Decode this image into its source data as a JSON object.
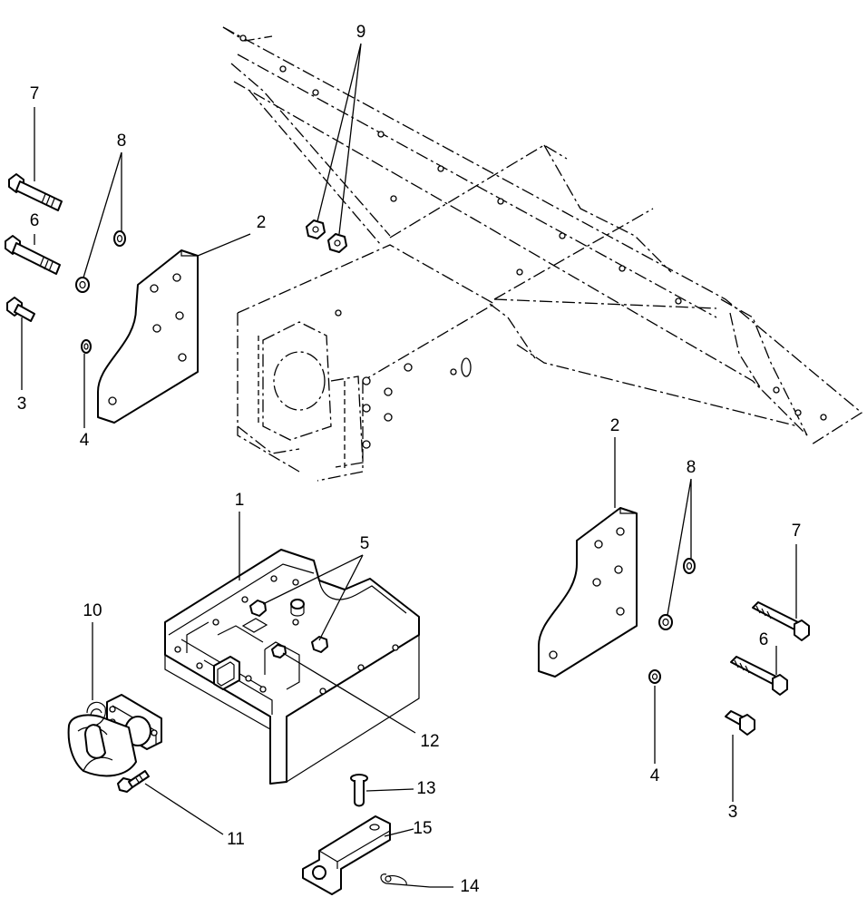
{
  "diagram": {
    "callouts": {
      "c1": "1",
      "c2_left": "2",
      "c2_right": "2",
      "c3_left": "3",
      "c3_right": "3",
      "c4_left": "4",
      "c4_right": "4",
      "c5": "5",
      "c6_left": "6",
      "c6_right": "6",
      "c7_left": "7",
      "c7_right": "7",
      "c8_left": "8",
      "c8_right": "8",
      "c9": "9",
      "c10": "10",
      "c11": "11",
      "c12": "12",
      "c13": "13",
      "c14": "14",
      "c15": "15"
    }
  }
}
